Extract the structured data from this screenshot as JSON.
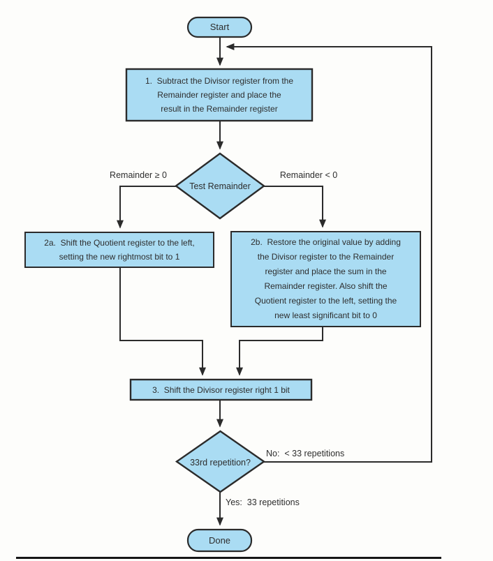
{
  "figure": {
    "kind": "flowchart"
  },
  "colors": {
    "node_fill": "#aadcf3",
    "node_stroke": "#2b2b2b",
    "line": "#2b2b2b",
    "text": "#2d2d2d",
    "background": "#fdfdfb"
  },
  "nodes": {
    "start": {
      "label": "Start"
    },
    "step1": {
      "text": "1.  Subtract the Divisor register from the\nRemainder register and place the\nresult in the Remainder register"
    },
    "test_remainder": {
      "label": "Test Remainder"
    },
    "step2a": {
      "text": "2a.  Shift the Quotient register to the left,\nsetting the new rightmost bit to 1"
    },
    "step2b": {
      "text": "2b.  Restore the original value by adding\nthe Divisor register to the Remainder\nregister and place the sum in the\nRemainder register. Also shift the\nQuotient register to the left, setting the\nnew least significant bit to 0"
    },
    "step3": {
      "text": "3.  Shift the Divisor register right 1 bit"
    },
    "test_repetition": {
      "label": "33rd repetition?"
    },
    "done": {
      "label": "Done"
    }
  },
  "edge_labels": {
    "remainder_ge": "Remainder ≥ 0",
    "remainder_lt": "Remainder < 0",
    "no": "No:  < 33 repetitions",
    "yes": "Yes:  33 repetitions"
  }
}
